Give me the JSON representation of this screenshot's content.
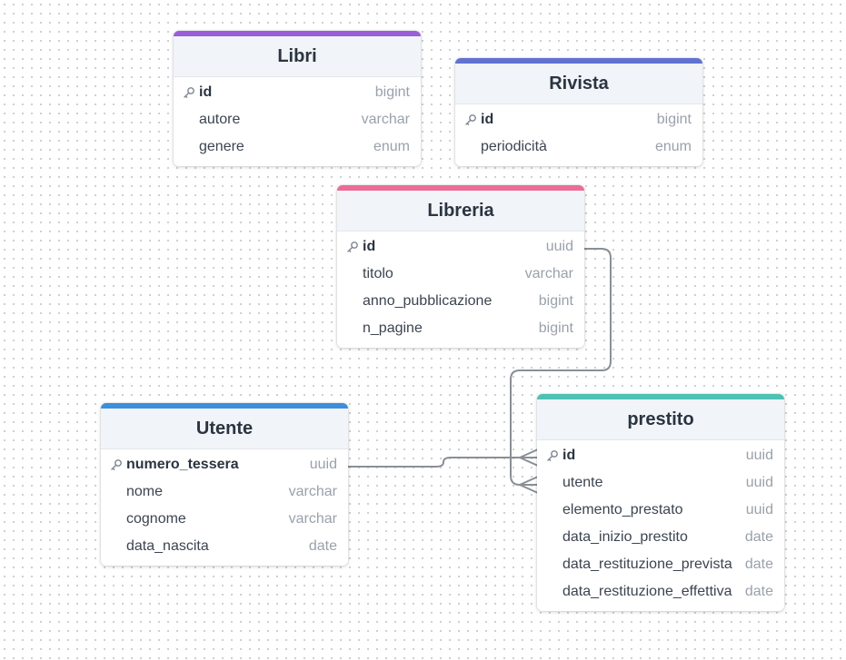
{
  "colors": {
    "libri": "#9a5fd8",
    "rivista": "#6272d0",
    "libreria": "#ec6b97",
    "utente": "#3b8fdb",
    "prestito": "#4fc1b4",
    "connector": "#8a8f96"
  },
  "tables": [
    {
      "id": "libri",
      "name": "Libri",
      "accent": "#9a5fd8",
      "fields": [
        {
          "name": "id",
          "type": "bigint",
          "pk": true
        },
        {
          "name": "autore",
          "type": "varchar",
          "pk": false
        },
        {
          "name": "genere",
          "type": "enum",
          "pk": false
        }
      ]
    },
    {
      "id": "rivista",
      "name": "Rivista",
      "accent": "#6272d0",
      "fields": [
        {
          "name": "id",
          "type": "bigint",
          "pk": true
        },
        {
          "name": "periodicità",
          "type": "enum",
          "pk": false
        }
      ]
    },
    {
      "id": "libreria",
      "name": "Libreria",
      "accent": "#ec6b97",
      "fields": [
        {
          "name": "id",
          "type": "uuid",
          "pk": true
        },
        {
          "name": "titolo",
          "type": "varchar",
          "pk": false
        },
        {
          "name": "anno_pubblicazione",
          "type": "bigint",
          "pk": false
        },
        {
          "name": "n_pagine",
          "type": "bigint",
          "pk": false
        }
      ]
    },
    {
      "id": "utente",
      "name": "Utente",
      "accent": "#3b8fdb",
      "fields": [
        {
          "name": "numero_tessera",
          "type": "uuid",
          "pk": true
        },
        {
          "name": "nome",
          "type": "varchar",
          "pk": false
        },
        {
          "name": "cognome",
          "type": "varchar",
          "pk": false
        },
        {
          "name": "data_nascita",
          "type": "date",
          "pk": false
        }
      ]
    },
    {
      "id": "prestito",
      "name": "prestito",
      "accent": "#4fc1b4",
      "fields": [
        {
          "name": "id",
          "type": "uuid",
          "pk": true
        },
        {
          "name": "utente",
          "type": "uuid",
          "pk": false
        },
        {
          "name": "elemento_prestato",
          "type": "uuid",
          "pk": false
        },
        {
          "name": "data_inizio_prestito",
          "type": "date",
          "pk": false
        },
        {
          "name": "data_restituzione_prevista",
          "type": "date",
          "pk": false
        },
        {
          "name": "data_restituzione_effettiva",
          "type": "date",
          "pk": false
        }
      ]
    }
  ],
  "relations": [
    {
      "from": "utente.numero_tessera",
      "to": "prestito.id",
      "cardinality": "one-to-many"
    },
    {
      "from": "libreria.id",
      "to": "prestito.utente",
      "cardinality": "one-to-many"
    }
  ]
}
